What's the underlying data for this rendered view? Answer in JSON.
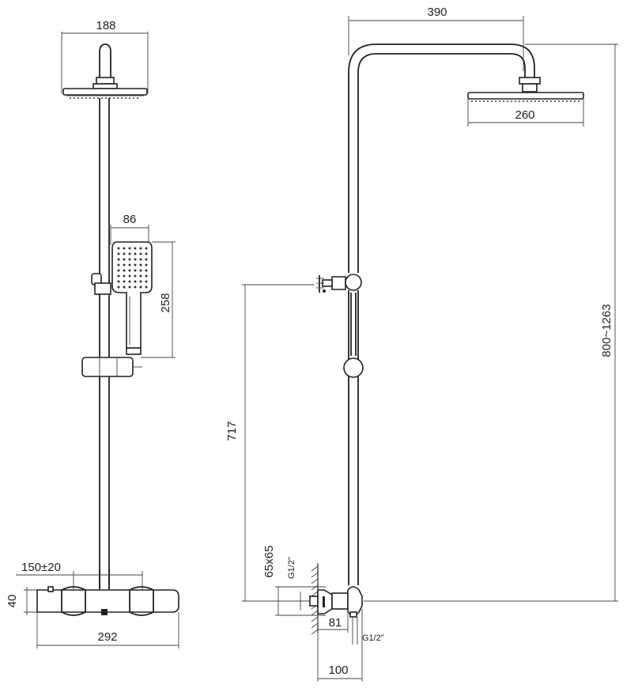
{
  "front_view": {
    "head_width": "188",
    "hand_shower_width": "86",
    "hand_shower_length": "258",
    "inlet_spacing": "150±20",
    "mixer_height": "40",
    "mixer_width": "292"
  },
  "side_view": {
    "arm_reach": "390",
    "head_diameter": "260",
    "height_range": "800~1263",
    "outlet_height": "717",
    "flange_size": "65x65",
    "thread_upper": "G1/2\"",
    "offset": "81",
    "thread_lower": "G1/2\"",
    "depth": "100"
  }
}
